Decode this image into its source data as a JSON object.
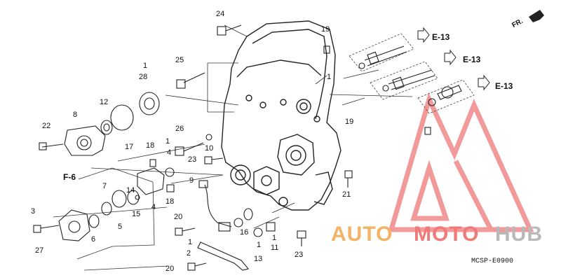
{
  "diagram": {
    "code": "MCSP-E0900",
    "direction_label": "FR.",
    "refs": [
      "E-13",
      "E-13",
      "E-13",
      "F-6"
    ],
    "callouts": [
      "24",
      "19",
      "1",
      "28",
      "25",
      "1",
      "12",
      "8",
      "22",
      "17",
      "26",
      "1",
      "4",
      "18",
      "10",
      "23",
      "19",
      "21",
      "F-6",
      "7",
      "3",
      "14",
      "15",
      "5",
      "6",
      "4",
      "18",
      "27",
      "9",
      "20",
      "1",
      "2",
      "20",
      "16",
      "1",
      "13",
      "1",
      "11",
      "23"
    ]
  },
  "watermark": {
    "part1": "AUTO",
    "part2": "MOTO",
    "part3": "HUB",
    "colors": {
      "orange": "#f4b266",
      "red": "#f07a7a",
      "gray": "#b9b9b9"
    }
  }
}
